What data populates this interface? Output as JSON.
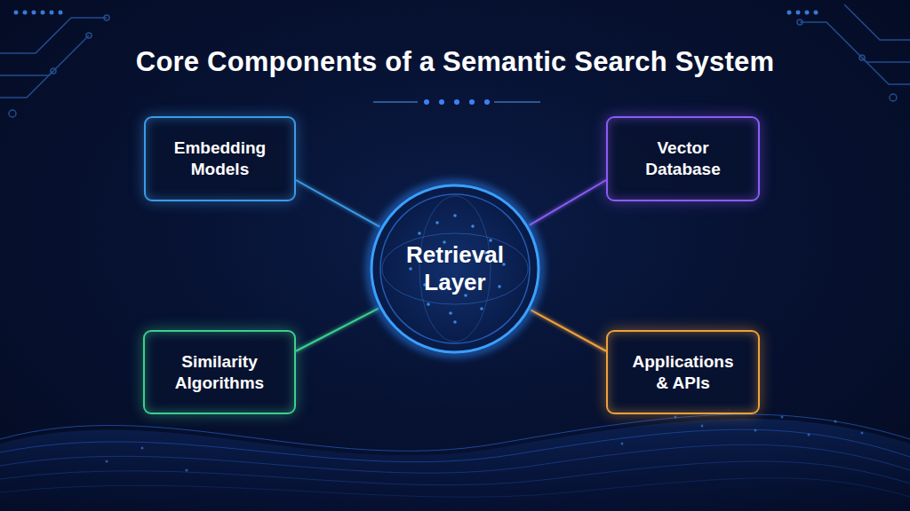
{
  "diagram": {
    "title": "Core Components of a Semantic Search System",
    "nodes": [
      {
        "text": [
          "Embedding Models"
        ]
      },
      {
        "text": [
          "Vector Database"
        ]
      },
      {
        "text": [
          "Retrieval Layer"
        ]
      },
      {
        "text": [
          "Similarity Algorithms"
        ]
      },
      {
        "text": [
          "Applications & APIs"
        ]
      }
    ],
    "edges": [
      {
        "from": 0,
        "to": 2,
        "arrow": "none"
      },
      {
        "from": 1,
        "to": 2,
        "arrow": "none"
      },
      {
        "from": 3,
        "to": 2,
        "arrow": "none"
      },
      {
        "from": 4,
        "to": 2,
        "arrow": "none"
      }
    ]
  }
}
